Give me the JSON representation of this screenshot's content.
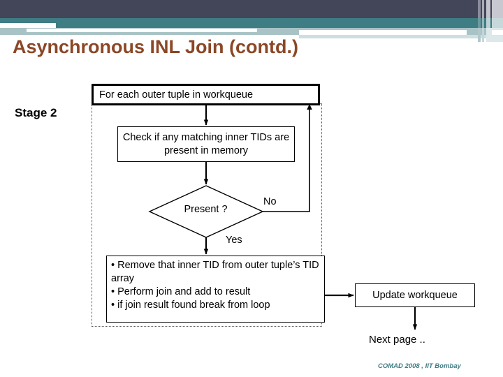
{
  "slide": {
    "title": "Asynchronous INL Join (contd.)",
    "footer": "COMAD 2008 , IIT Bombay",
    "next_page": "Next page ..",
    "stage_label": "Stage 2"
  },
  "theme": {
    "title_color": "#8b4726",
    "header_dark": "#434559",
    "header_teal": "#3f7d84",
    "header_pale": "#a8c3c6",
    "footer_color": "#3f7d84"
  },
  "flowchart": {
    "loop_header": "For each outer tuple in workqueue",
    "process_check": "Check if any matching inner TIDs are present in memory",
    "decision": "Present ?",
    "branch_no": "No",
    "branch_yes": "Yes",
    "actions": [
      "• Remove that inner TID from outer tuple’s TID array",
      "• Perform join and add to result",
      "• if join result found break from loop"
    ],
    "update_box": "Update workqueue"
  }
}
